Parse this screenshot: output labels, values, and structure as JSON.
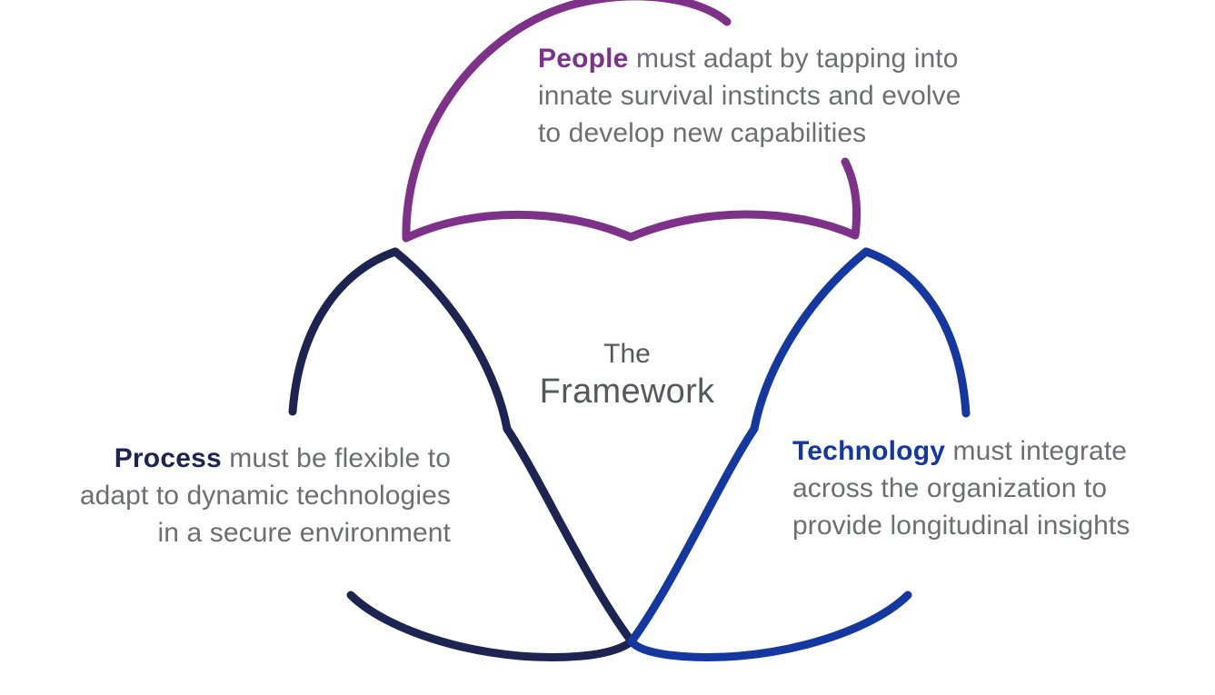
{
  "diagram": {
    "type": "three-petal-venn",
    "center": {
      "line1": "The",
      "line2": "Framework"
    },
    "colors": {
      "people": "#7d3189",
      "process": "#1d2452",
      "technology": "#1438a0",
      "body_text": "#6d6e72",
      "center_text": "#57585c",
      "background": "#ffffff"
    },
    "petals": [
      {
        "id": "people",
        "lead": "People",
        "lead_color": "#7d3189",
        "position": "top",
        "body": " must adapt by tapping into\ninnate survival instincts and evolve\nto develop new capabilities",
        "full_text": "People must adapt by tapping into innate survival instincts and evolve to develop new capabilities"
      },
      {
        "id": "process",
        "lead": "Process",
        "lead_color": "#1d2452",
        "position": "bottom-left",
        "body": " must be flexible to\nadapt to dynamic technologies\nin a secure environment",
        "full_text": "Process must be flexible to adapt to dynamic technologies in a secure environment"
      },
      {
        "id": "technology",
        "lead": "Technology",
        "lead_color": "#1438a0",
        "position": "bottom-right",
        "body": " must integrate\nacross the organization to\nprovide longitudinal insights",
        "full_text": "Technology must integrate across the organization to provide longitudinal insights"
      }
    ]
  }
}
